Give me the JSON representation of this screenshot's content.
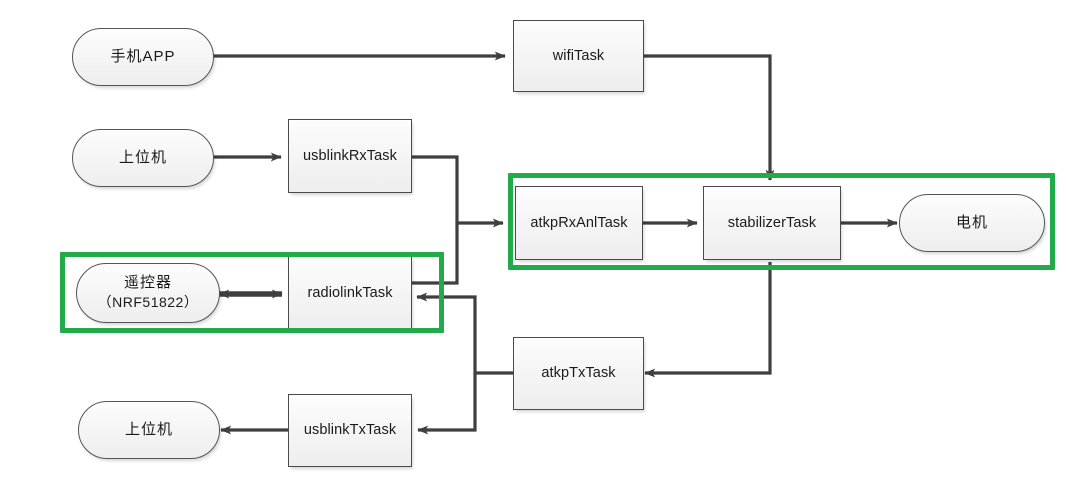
{
  "diagram": {
    "type": "flowchart",
    "title": "",
    "background_color": "#ffffff",
    "edge_color": "#3f3f3f",
    "group_color": "#22ab4b",
    "node_fill": "#f4f4f4",
    "node_border": "#4a4a4a"
  },
  "nodes": {
    "phone_app": {
      "label": "手机APP",
      "shape": "stadium"
    },
    "wifi_task": {
      "label": "wifiTask",
      "shape": "rect"
    },
    "host_pc_rx": {
      "label": "上位机",
      "shape": "stadium"
    },
    "usblink_rx": {
      "label": "usblinkRxTask",
      "shape": "rect"
    },
    "atkp_rx_anl": {
      "label": "atkpRxAnlTask",
      "shape": "rect"
    },
    "stabilizer": {
      "label": "stabilizerTask",
      "shape": "rect"
    },
    "motor": {
      "label": "电机",
      "shape": "stadium"
    },
    "remote_l1": {
      "label": "遥控器",
      "shape": "stadium"
    },
    "remote_l2": {
      "label": "（NRF51822）",
      "shape": "stadium"
    },
    "radiolink": {
      "label": "radiolinkTask",
      "shape": "rect"
    },
    "atkp_tx": {
      "label": "atkpTxTask",
      "shape": "rect"
    },
    "host_pc_tx": {
      "label": "上位机",
      "shape": "stadium"
    },
    "usblink_tx": {
      "label": "usblinkTxTask",
      "shape": "rect"
    }
  },
  "groups": [
    {
      "id": "group-control-loop",
      "label": "",
      "members": [
        "atkp_rx_anl",
        "stabilizer",
        "motor"
      ]
    },
    {
      "id": "group-radio-link",
      "label": "",
      "members": [
        "remote_l1",
        "radiolink"
      ]
    }
  ],
  "edges": [
    {
      "from": "phone_app",
      "to": "wifi_task",
      "direction": "one-way"
    },
    {
      "from": "wifi_task",
      "to": "stabilizer",
      "direction": "one-way"
    },
    {
      "from": "host_pc_rx",
      "to": "usblink_rx",
      "direction": "one-way"
    },
    {
      "from": "usblink_rx",
      "to": "atkp_rx_anl",
      "direction": "one-way"
    },
    {
      "from": "radiolink",
      "to": "atkp_rx_anl",
      "direction": "one-way"
    },
    {
      "from": "atkp_rx_anl",
      "to": "stabilizer",
      "direction": "one-way"
    },
    {
      "from": "stabilizer",
      "to": "motor",
      "direction": "one-way"
    },
    {
      "from": "stabilizer",
      "to": "atkp_tx",
      "direction": "one-way"
    },
    {
      "from": "atkp_tx",
      "to": "radiolink",
      "direction": "one-way"
    },
    {
      "from": "atkp_tx",
      "to": "usblink_tx",
      "direction": "one-way"
    },
    {
      "from": "usblink_tx",
      "to": "host_pc_tx",
      "direction": "one-way"
    },
    {
      "from": "remote_l1",
      "to": "radiolink",
      "direction": "two-way"
    }
  ]
}
